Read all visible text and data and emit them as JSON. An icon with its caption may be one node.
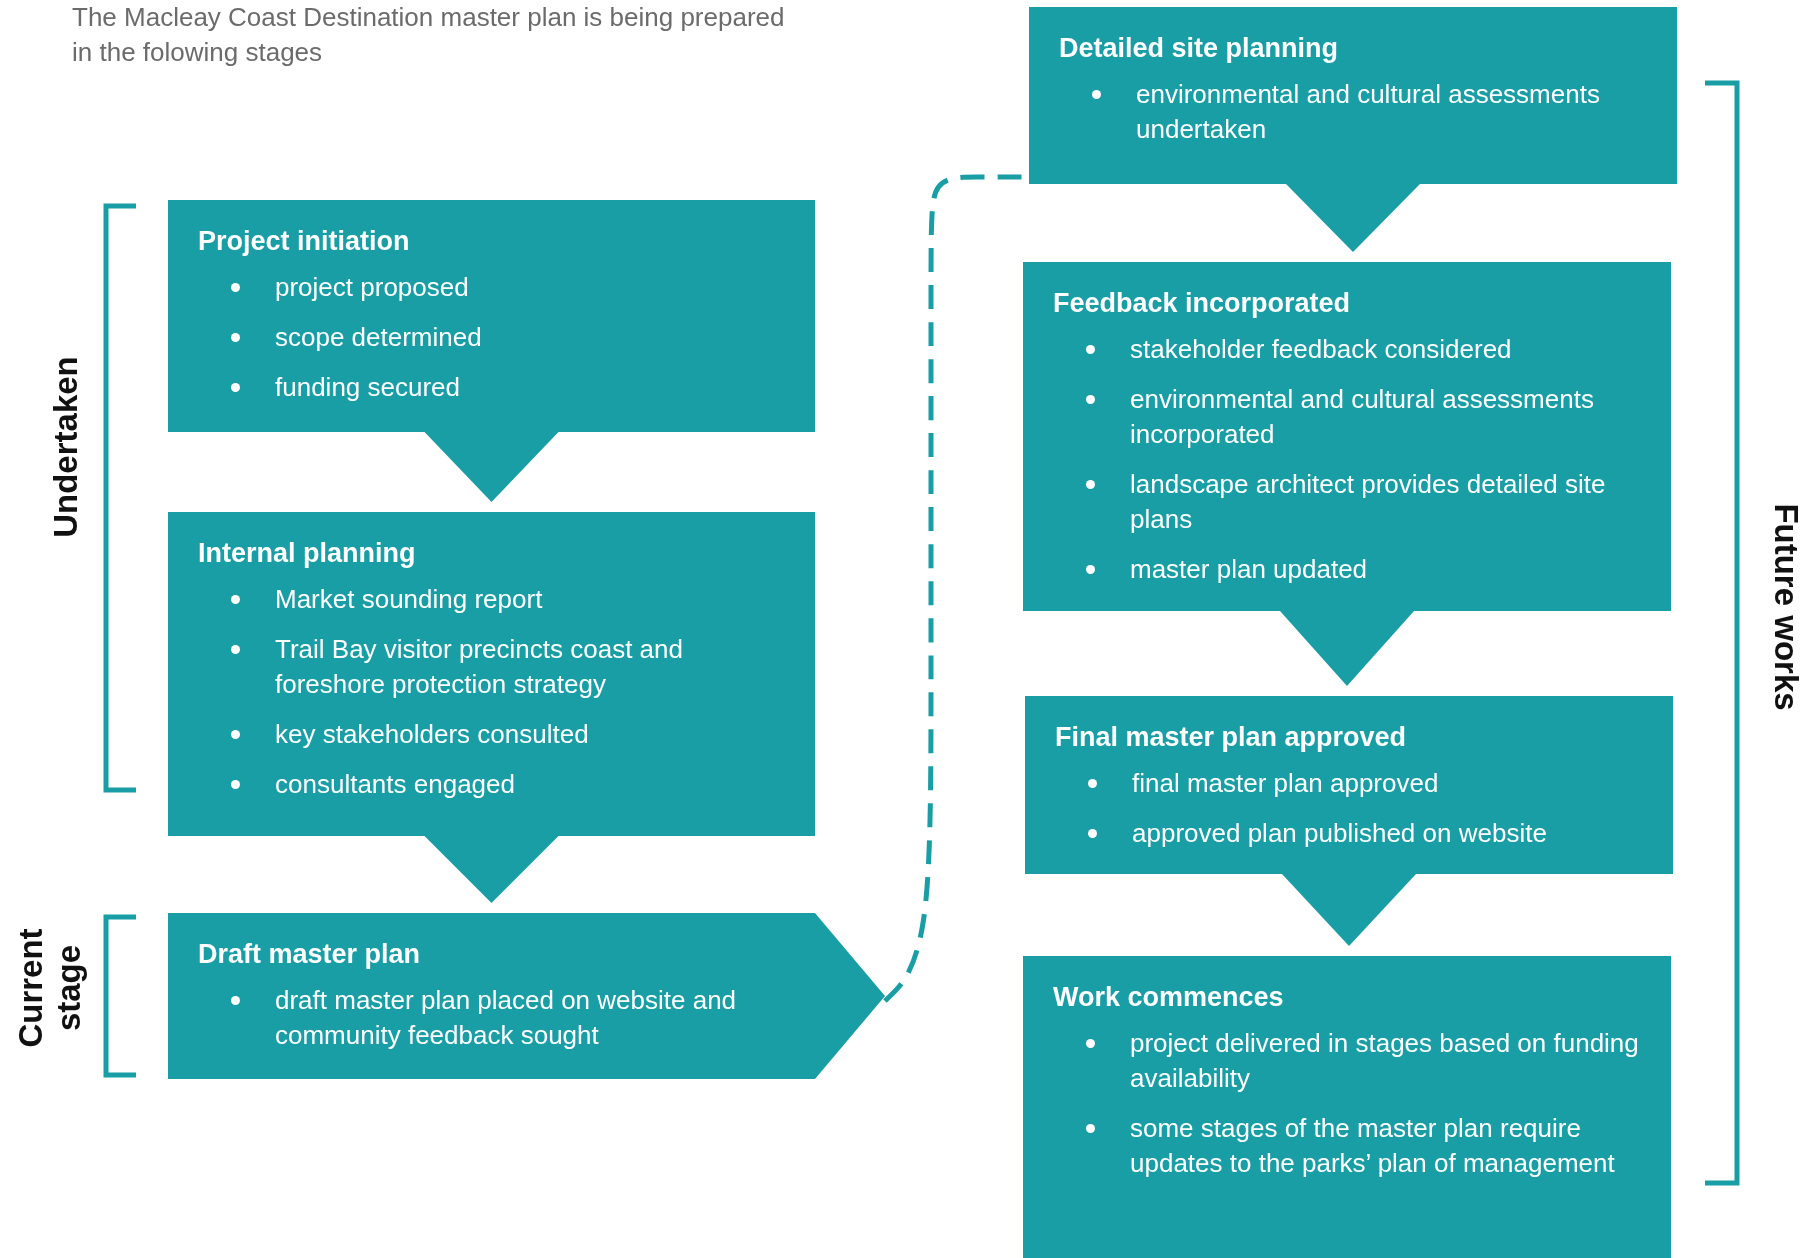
{
  "diagram": {
    "title": "The Macleay Coast Destination master plan is being prepared in the folowing stages",
    "nodes": [
      {
        "text": [
          "Project initiation",
          "project proposed",
          "scope determined",
          "funding secured"
        ]
      },
      {
        "text": [
          "Internal planning",
          "Market sounding report",
          "Trail Bay visitor precincts coast and foreshore protection strategy",
          "key stakeholders consulted",
          "consultants engaged"
        ]
      },
      {
        "text": [
          "Draft master plan",
          "draft master plan placed on website and community feedback sought"
        ]
      },
      {
        "text": [
          "Detailed site planning",
          "environmental and cultural assessments undertaken"
        ]
      },
      {
        "text": [
          "Feedback incorporated",
          "stakeholder feedback considered",
          "environmental and cultural assessments incorporated",
          "landscape architect provides detailed site plans",
          "master plan updated"
        ]
      },
      {
        "text": [
          "Final master plan approved",
          "final master plan approved",
          "approved plan published on website"
        ]
      },
      {
        "text": [
          "Work commences",
          "project delivered in stages based on funding availability",
          "some stages of the master plan require updates to the parks’ plan of management"
        ]
      }
    ],
    "edges": [
      {
        "from": 0,
        "to": 1,
        "arrow": "to"
      },
      {
        "from": 1,
        "to": 2,
        "arrow": "to"
      },
      {
        "from": 2,
        "to": 3,
        "arrow": "none",
        "style": "dashed"
      },
      {
        "from": 3,
        "to": 4,
        "arrow": "to"
      },
      {
        "from": 4,
        "to": 5,
        "arrow": "to"
      },
      {
        "from": 5,
        "to": 6,
        "arrow": "to"
      }
    ],
    "labels": [
      "Undertaken",
      "Current stage",
      "Future works"
    ]
  }
}
